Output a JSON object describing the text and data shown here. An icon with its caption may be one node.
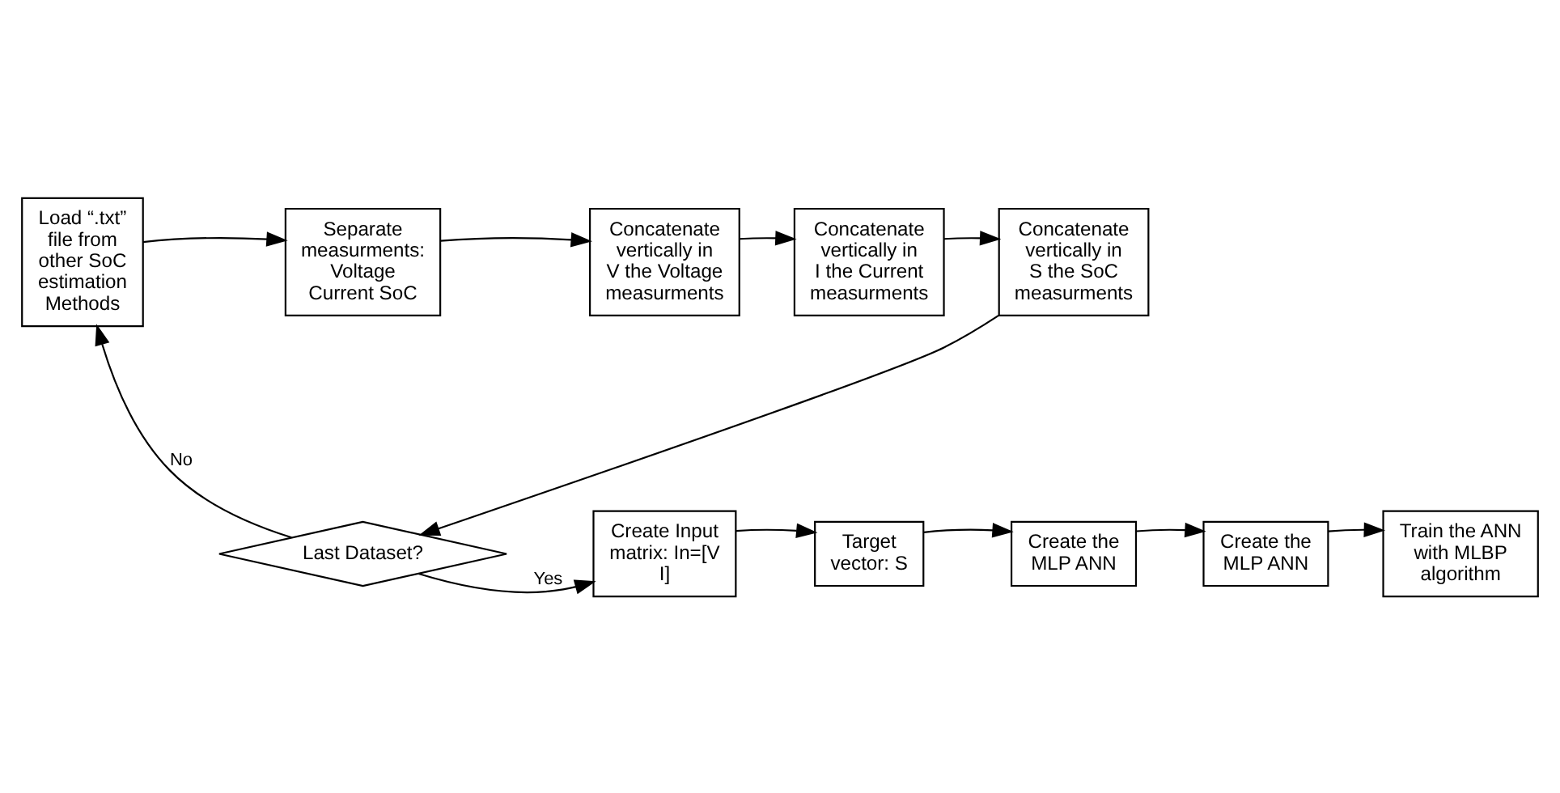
{
  "diagram": {
    "nodes": [
      {
        "text": [
          "Load “.txt” file from other SoC estimation Methods"
        ]
      },
      {
        "text": [
          "Separate measurments: Voltage Current SoC"
        ]
      },
      {
        "text": [
          "Concatenate vertically in V the Voltage measurments"
        ]
      },
      {
        "text": [
          "Concatenate vertically in I the Current measurments"
        ]
      },
      {
        "text": [
          "Concatenate vertically in S the SoC measurments"
        ]
      },
      {
        "text": [
          "Last Dataset?"
        ]
      },
      {
        "text": [
          "Create Input matrix: In=[V I]"
        ]
      },
      {
        "text": [
          "Target vector: S"
        ]
      },
      {
        "text": [
          "Create the MLP ANN"
        ]
      },
      {
        "text": [
          "Create the MLP ANN"
        ]
      },
      {
        "text": [
          "Train the ANN with MLBP algorithm"
        ]
      }
    ],
    "edges": [
      {
        "from": 0,
        "to": 1,
        "arrow": "to"
      },
      {
        "from": 1,
        "to": 2,
        "arrow": "to"
      },
      {
        "from": 2,
        "to": 3,
        "arrow": "to"
      },
      {
        "from": 3,
        "to": 4,
        "arrow": "to"
      },
      {
        "from": 4,
        "to": 5,
        "arrow": "to"
      },
      {
        "from": 5,
        "to": 0,
        "arrow": "to",
        "label": "No"
      },
      {
        "from": 5,
        "to": 6,
        "arrow": "to",
        "label": "Yes"
      },
      {
        "from": 6,
        "to": 7,
        "arrow": "to"
      },
      {
        "from": 7,
        "to": 8,
        "arrow": "to"
      },
      {
        "from": 8,
        "to": 9,
        "arrow": "to"
      },
      {
        "from": 9,
        "to": 10,
        "arrow": "to"
      }
    ]
  }
}
